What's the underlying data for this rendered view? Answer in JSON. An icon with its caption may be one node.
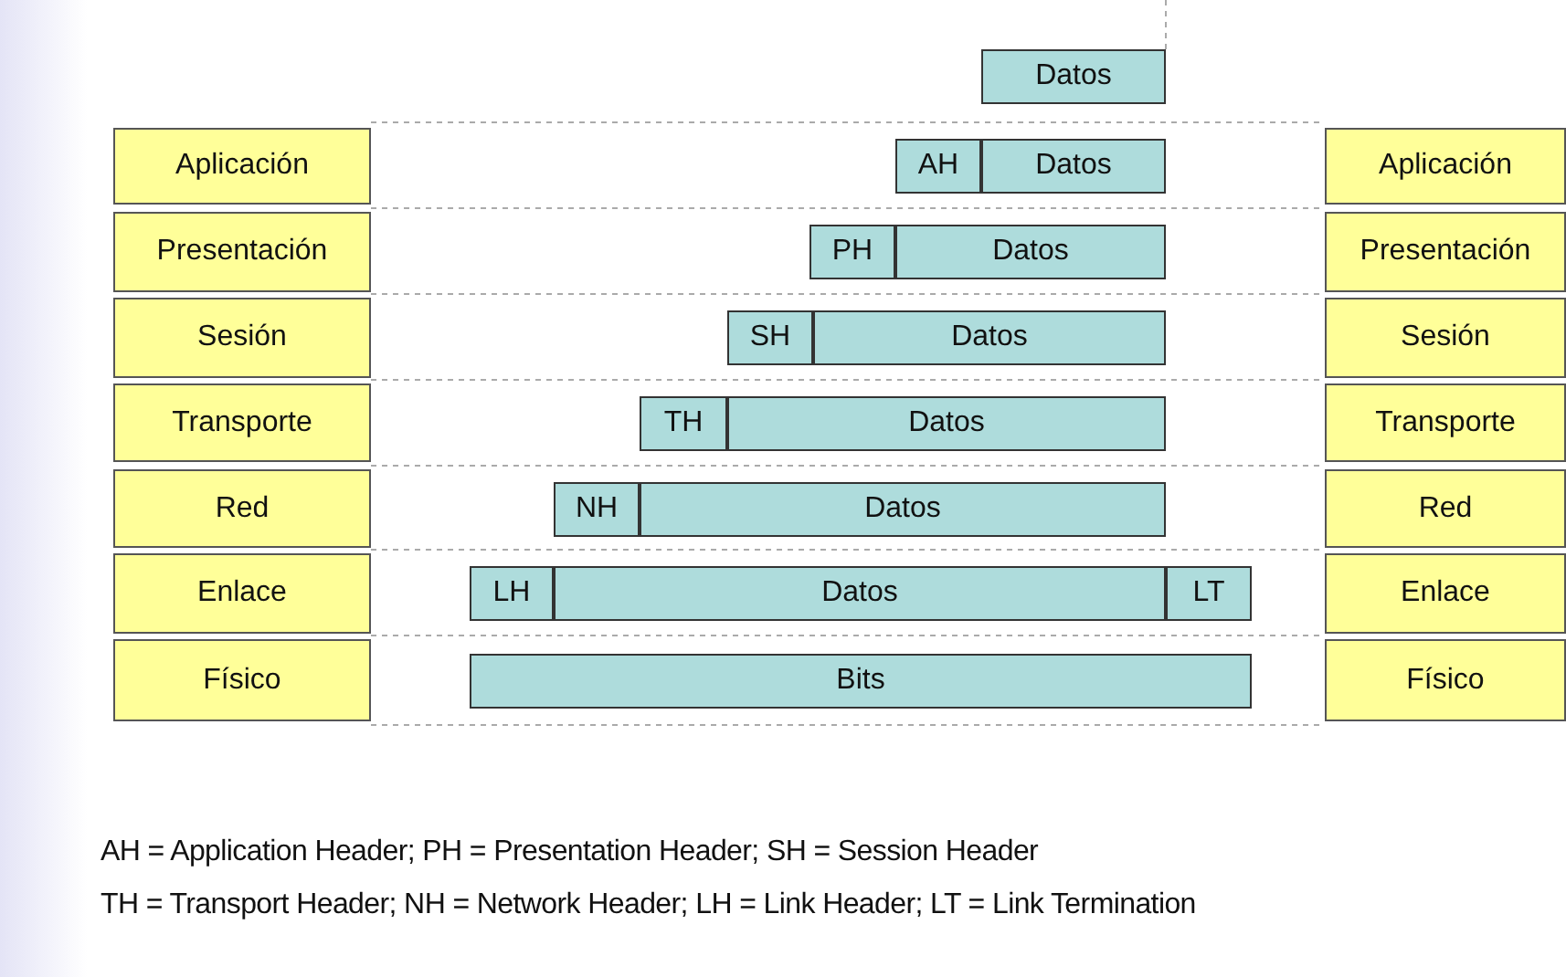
{
  "diagram": {
    "nodes": [
      {
        "text": [
          "Datos"
        ]
      },
      {
        "text": [
          "Aplicación"
        ]
      },
      {
        "text": [
          "AH"
        ]
      },
      {
        "text": [
          "Datos"
        ]
      },
      {
        "text": [
          "Aplicación"
        ]
      },
      {
        "text": [
          "Presentación"
        ]
      },
      {
        "text": [
          "PH"
        ]
      },
      {
        "text": [
          "Datos"
        ]
      },
      {
        "text": [
          "Presentación"
        ]
      },
      {
        "text": [
          "Sesión"
        ]
      },
      {
        "text": [
          "SH"
        ]
      },
      {
        "text": [
          "Datos"
        ]
      },
      {
        "text": [
          "Sesión"
        ]
      },
      {
        "text": [
          "Transporte"
        ]
      },
      {
        "text": [
          "TH"
        ]
      },
      {
        "text": [
          "Datos"
        ]
      },
      {
        "text": [
          "Transporte"
        ]
      },
      {
        "text": [
          "Red"
        ]
      },
      {
        "text": [
          "NH"
        ]
      },
      {
        "text": [
          "Datos"
        ]
      },
      {
        "text": [
          "Red"
        ]
      },
      {
        "text": [
          "Enlace"
        ]
      },
      {
        "text": [
          "LH"
        ]
      },
      {
        "text": [
          "Datos"
        ]
      },
      {
        "text": [
          "LT"
        ]
      },
      {
        "text": [
          "Enlace"
        ]
      },
      {
        "text": [
          "Físico"
        ]
      },
      {
        "text": [
          "Bits"
        ]
      },
      {
        "text": [
          "Físico"
        ]
      }
    ],
    "labels": [
      "AH = Application Header; PH = Presentation Header; SH = Session Header",
      "TH = Transport Header; NH = Network Header; LH = Link Header; LT = Link Termination"
    ]
  }
}
